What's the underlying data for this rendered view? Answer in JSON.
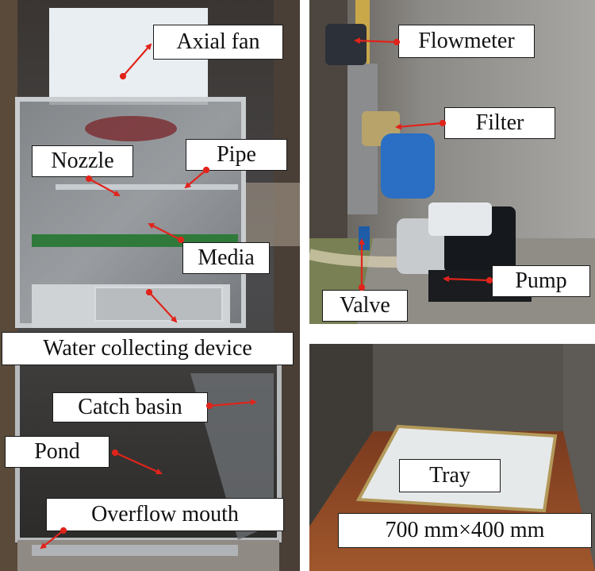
{
  "panels": {
    "cooling_tower": {
      "labels": {
        "axial_fan": "Axial fan",
        "nozzle": "Nozzle",
        "pipe": "Pipe",
        "media": "Media",
        "water_collecting": "Water collecting device",
        "catch_basin": "Catch basin",
        "pond": "Pond",
        "overflow": "Overflow mouth"
      }
    },
    "pump_assembly": {
      "labels": {
        "flowmeter": "Flowmeter",
        "filter": "Filter",
        "pump": "Pump",
        "valve": "Valve"
      }
    },
    "tray": {
      "labels": {
        "tray": "Tray",
        "size": "700 mm×400 mm"
      }
    }
  },
  "colors": {
    "arrow": "#e0241b",
    "label_border": "#1a1a1a",
    "label_bg": "#ffffff"
  }
}
